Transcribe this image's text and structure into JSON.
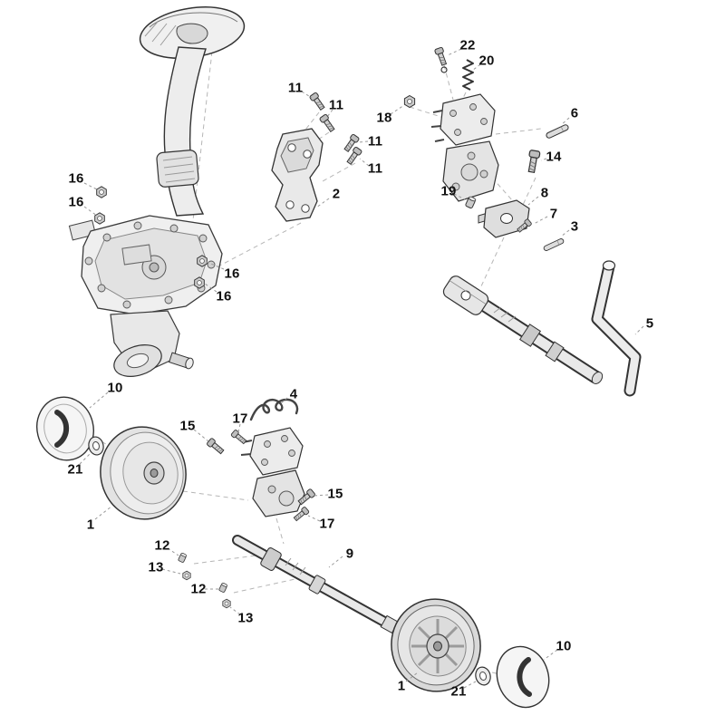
{
  "diagram": {
    "background_color": "#ffffff",
    "line_color": "#333333",
    "fill_color": "#ececec",
    "leader_line_color": "#999999",
    "label_color": "#111111",
    "figures": [
      "handle-grip",
      "handle-tube",
      "gearbox-housing",
      "mounting-bracket",
      "screw-icon",
      "nut-icon",
      "pin-icon",
      "washer-icon",
      "spring-icon",
      "handle-mount-assembly",
      "bearing-block",
      "crank-handle",
      "drive-shaft",
      "wheel-cap",
      "wheel",
      "spring-clip",
      "depth-wheel-bracket",
      "axle-shaft"
    ]
  },
  "callouts": [
    {
      "label": "22"
    },
    {
      "label": "20"
    },
    {
      "label": "11"
    },
    {
      "label": "11"
    },
    {
      "label": "18"
    },
    {
      "label": "6"
    },
    {
      "label": "11"
    },
    {
      "label": "14"
    },
    {
      "label": "11"
    },
    {
      "label": "16"
    },
    {
      "label": "19"
    },
    {
      "label": "2"
    },
    {
      "label": "8"
    },
    {
      "label": "16"
    },
    {
      "label": "7"
    },
    {
      "label": "3"
    },
    {
      "label": "16"
    },
    {
      "label": "16"
    },
    {
      "label": "5"
    },
    {
      "label": "10"
    },
    {
      "label": "4"
    },
    {
      "label": "15"
    },
    {
      "label": "17"
    },
    {
      "label": "21"
    },
    {
      "label": "15"
    },
    {
      "label": "1"
    },
    {
      "label": "17"
    },
    {
      "label": "12"
    },
    {
      "label": "9"
    },
    {
      "label": "13"
    },
    {
      "label": "12"
    },
    {
      "label": "13"
    },
    {
      "label": "10"
    },
    {
      "label": "1"
    },
    {
      "label": "21"
    }
  ]
}
